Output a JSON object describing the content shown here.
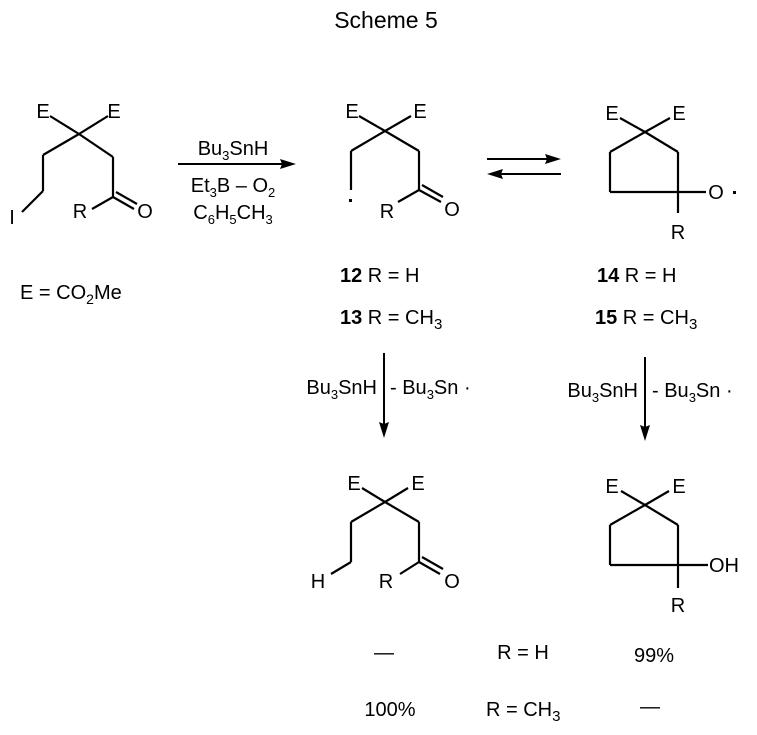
{
  "title": "Scheme 5",
  "atom_labels": {
    "ester": "E",
    "iodo": "I",
    "r": "R",
    "oxygen": "O",
    "hydrogen": "H",
    "hydroxyl": "OH",
    "radical_dot": "·"
  },
  "definition": {
    "lhs": "E = CO",
    "sub": "2",
    "rhs": "Me"
  },
  "step1_reagents": {
    "r1_main": "Bu",
    "r1_sub": "3",
    "r1_tail": "SnH",
    "r2_main": "Et",
    "r2_sub": "3",
    "r2_mid": "B – O",
    "r2_sub2": "2",
    "r3_a": "C",
    "r3_sub1": "6",
    "r3_b": "H",
    "r3_sub2": "5",
    "r3_c": "CH",
    "r3_sub3": "3"
  },
  "compounds": {
    "c12": {
      "number": "12",
      "text": " R = H"
    },
    "c13": {
      "number": "13",
      "text": " R = CH",
      "sub": "3"
    },
    "c14": {
      "number": "14",
      "text": " R = H"
    },
    "c15": {
      "number": "15",
      "text": " R = CH",
      "sub": "3"
    }
  },
  "reduction_reagents": {
    "add_main": "Bu",
    "add_sub": "3",
    "add_tail": "SnH",
    "loss_main": "- Bu",
    "loss_sub": "3",
    "loss_tail": "Sn ·"
  },
  "yield_table": {
    "rows": [
      {
        "condition": "R = H",
        "condition_sub": "",
        "acyclic_yield": "—",
        "cyclic_yield": "99%"
      },
      {
        "condition": "R = CH",
        "condition_sub": "3",
        "acyclic_yield": "100%",
        "cyclic_yield": "—"
      }
    ]
  }
}
